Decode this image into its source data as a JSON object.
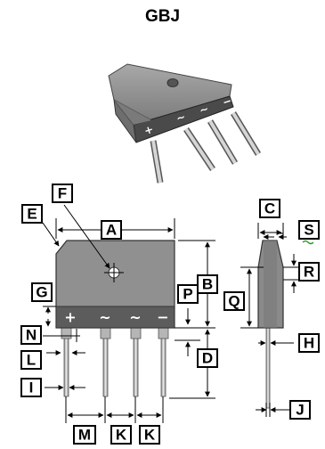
{
  "title": "GBJ",
  "package_pin_marks": [
    "+",
    "~",
    "~",
    "−"
  ],
  "dimension_labels": {
    "A": "A",
    "B": "B",
    "C": "C",
    "D": "D",
    "E": "E",
    "F": "F",
    "G": "G",
    "H": "H",
    "I": "I",
    "J": "J",
    "K": "K",
    "L": "L",
    "M": "M",
    "N": "N",
    "P": "P",
    "Q": "Q",
    "R": "R",
    "S": "S"
  },
  "colors": {
    "body": "#8c8c8c",
    "body_dark": "#5a5a5a",
    "lead": "#c8c8c8",
    "label_bg": "#ffffff"
  }
}
